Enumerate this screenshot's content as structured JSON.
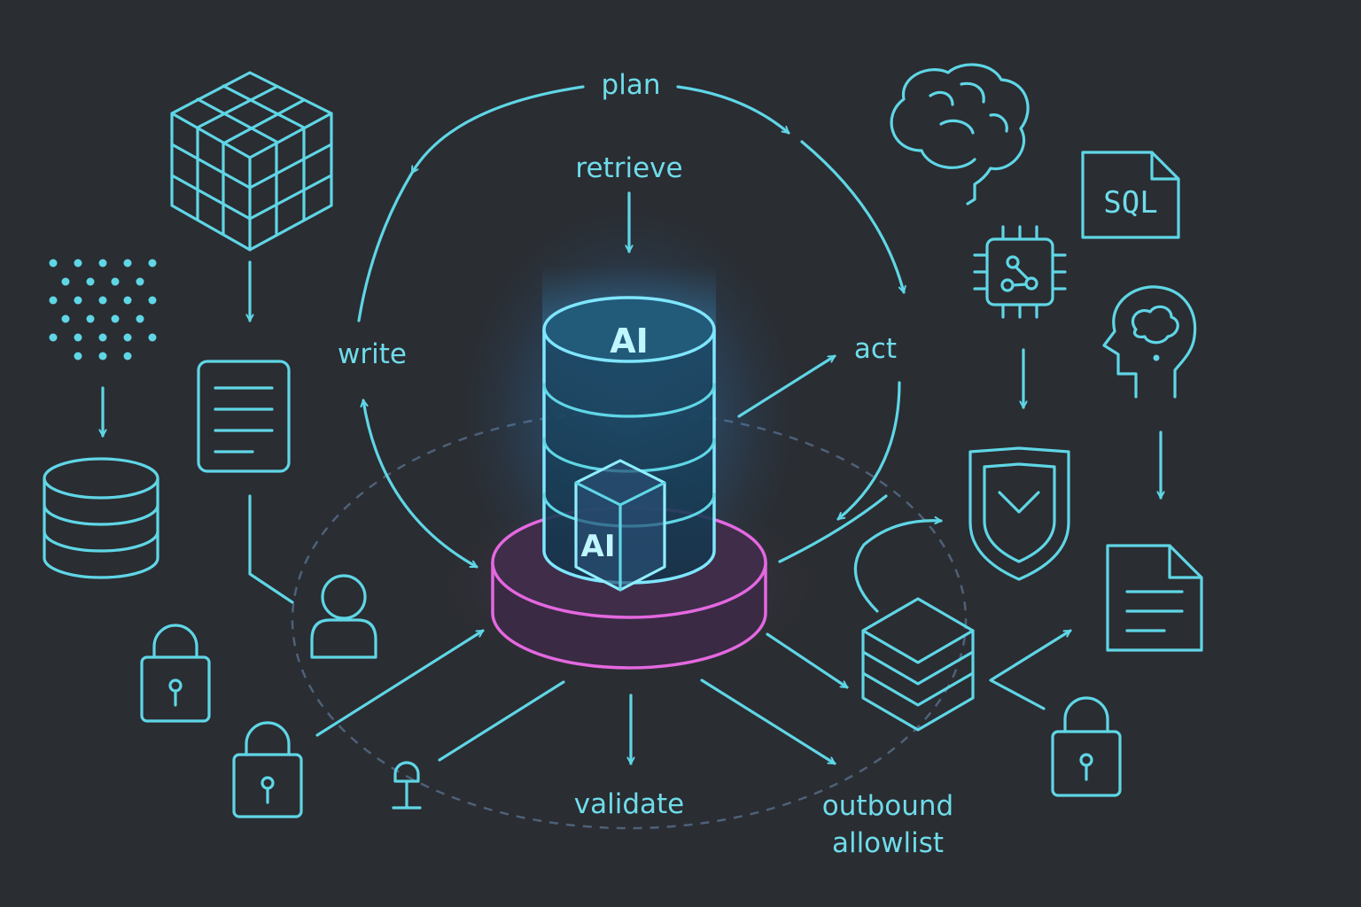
{
  "colors": {
    "background": "#2a2d32",
    "line": "#5fd6e6",
    "magenta": "#e468e0",
    "glow": "#3ab8ff"
  },
  "core": {
    "cylinder_label": "AI",
    "cube_label": "AI"
  },
  "labels": {
    "plan": "plan",
    "retrieve": "retrieve",
    "write": "write",
    "act": "act",
    "validate": "validate",
    "outbound_line1": "outbound",
    "outbound_line2": "allowlist"
  },
  "left_icons": [
    "data-cube-icon",
    "dot-grid-icon",
    "document-icon",
    "database-icon",
    "user-icon",
    "padlock-icon",
    "padlock-icon",
    "microphone-icon"
  ],
  "right_icons": [
    "brain-icon",
    "sql-file-icon",
    "chip-icon",
    "head-brain-icon",
    "shield-check-icon",
    "stack-box-icon",
    "file-icon",
    "padlock-icon"
  ],
  "sql_icon_text": "SQL"
}
